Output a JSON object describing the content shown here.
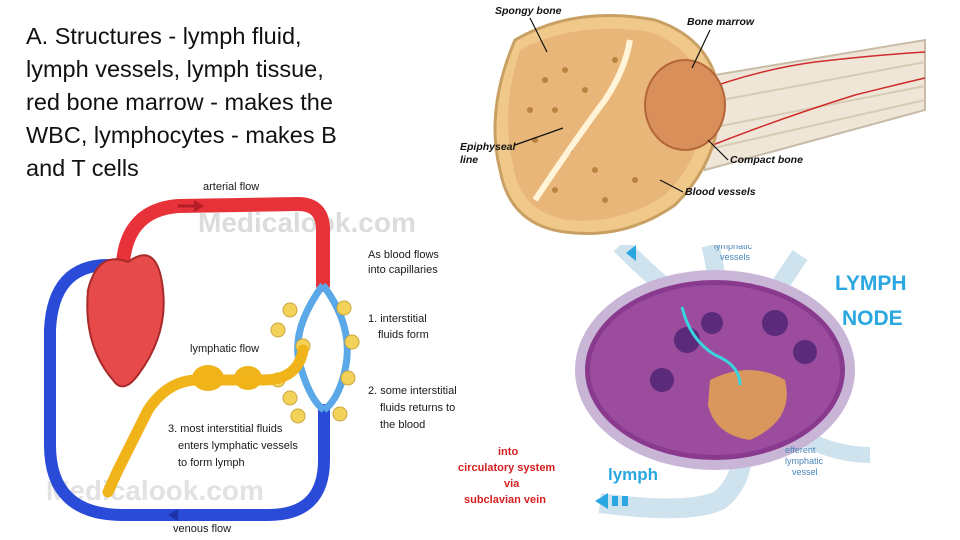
{
  "slide": {
    "text_lines": [
      "A.  Structures - lymph fluid,",
      "lymph vessels, lymph tissue,",
      "red bone marrow - makes the",
      "WBC, lymphocytes - makes B",
      "and T cells"
    ]
  },
  "circulation_diagram": {
    "arterial_flow": "arterial flow",
    "venous_flow": "venous flow",
    "lymphatic_flow": "lymphatic flow",
    "watermark_top": "Medicalook.com",
    "watermark_bottom": "Medicalook.com",
    "note_capillaries": [
      "As blood flows",
      "into capillaries"
    ],
    "note_1": [
      "1. interstitial",
      "fluids form"
    ],
    "note_2": [
      "2. some interstitial",
      "fluids returns to",
      "the blood"
    ],
    "note_3": [
      "3. most interstitial fluids",
      "enters lymphatic vessels",
      "to form lymph"
    ],
    "colors": {
      "artery": "#e8323a",
      "vein": "#2a4bd8",
      "lymph": "#f0b41a",
      "heart": "#e64a4a",
      "capillary": "#5aa8e8"
    }
  },
  "bone_diagram": {
    "spongy_bone": "Spongy bone",
    "bone_marrow": "Bone marrow",
    "epiphyseal_line": [
      "Epiphyseal",
      "line"
    ],
    "compact_bone": "Compact bone",
    "blood_vessels": "Blood vessels"
  },
  "lymph_node_diagram": {
    "title_line1": "LYMPH",
    "title_line2": "NODE",
    "afferent": [
      "lymphatic",
      "vessels"
    ],
    "efferent": [
      "efferent",
      "lymphatic",
      "vessel"
    ],
    "into_circulatory": [
      "into",
      "circulatory system",
      "via",
      "subclavian vein"
    ],
    "lymph": "lymph",
    "colors": {
      "title": "#2aa7e0",
      "circulatory_text": "#d42020",
      "node_body": "#8a3a8e"
    }
  }
}
